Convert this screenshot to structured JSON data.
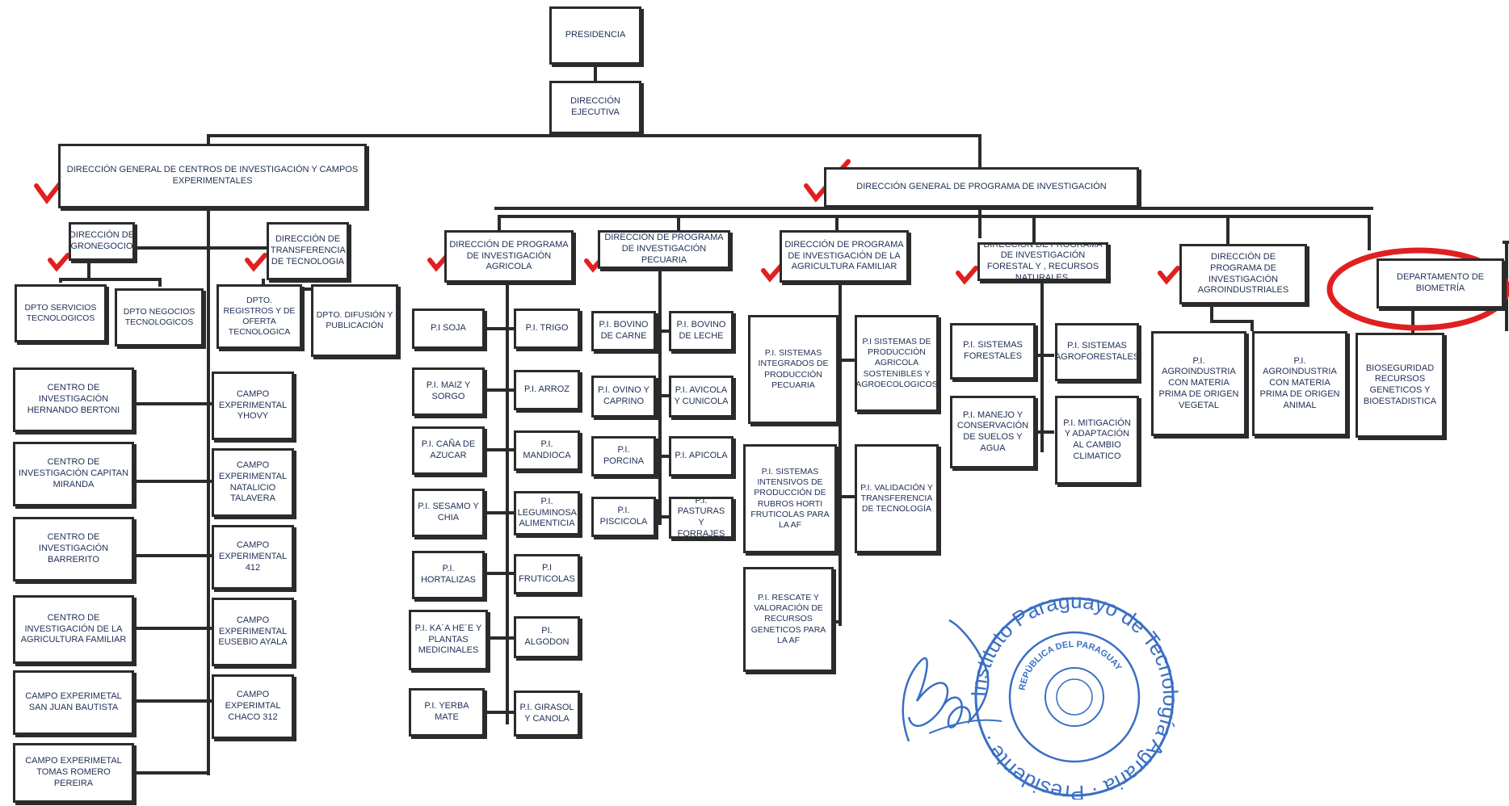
{
  "org_chart": {
    "presidencia": "PRESIDENCIA",
    "direccion_ejecutiva": "DIRECCIÓN EJECUTIVA",
    "dg_centros": "DIRECCIÓN GENERAL DE CENTROS DE INVESTIGACIÓN Y CAMPOS EXPERIMENTALES",
    "dg_programa": "DIRECCIÓN GENERAL DE PROGRAMA DE INVESTIGACIÓN",
    "dir_agronegocios": "DIRECCIÓN DE AGRONEGOCIOS",
    "dir_transferencia": "DIRECCIÓN DE TRANSFERENCIA DE TECNOLOGIA",
    "dpto_servicios": "DPTO SERVICIOS TECNOLOGICOS",
    "dpto_negocios": "DPTO NEGOCIOS TECNOLOGICOS",
    "dpto_registros": "DPTO. REGISTROS Y DE OFERTA TECNOLOGICA",
    "dpto_difusion": "DPTO. DIFUSIÓN Y PUBLICACIÓN",
    "centros": [
      "CENTRO DE INVESTIGACIÓN HERNANDO BERTONI",
      "CENTRO DE INVESTIGACIÓN CAPITAN MIRANDA",
      "CENTRO DE INVESTIGACIÓN BARRERITO",
      "CENTRO DE INVESTIGACIÓN DE LA AGRICULTURA FAMILIAR",
      "CAMPO EXPERIMETAL SAN JUAN BAUTISTA",
      "CAMPO EXPERIMETAL TOMAS ROMERO PEREIRA"
    ],
    "campos": [
      "CAMPO EXPERIMENTAL YHOVY",
      "CAMPO EXPERIMENTAL NATALICIO TALAVERA",
      "CAMPO EXPERIMENTAL 412",
      "CAMPO EXPERIMENTAL EUSEBIO AYALA",
      "CAMPO EXPERIMTAL CHACO 312"
    ],
    "prog_agricola": "DIRECCIÓN DE PROGRAMA DE INVESTIGACIÓN AGRICOLA",
    "agricola_left": [
      "P.I SOJA",
      "P.I. MAIZ Y SORGO",
      "P.I. CAÑA DE AZUCAR",
      "P.I. SESAMO Y CHIA",
      "P.I. HORTALIZAS",
      "P.I. KA´A HE´E Y PLANTAS MEDICINALES",
      "P.I. YERBA MATE"
    ],
    "agricola_right": [
      "P.I. TRIGO",
      "P.I. ARROZ",
      "P.I. MANDIOCA",
      "P.I. LEGUMINOSA ALIMENTICIA",
      "P.I FRUTICOLAS",
      "PI. ALGODON",
      "P.I. GIRASOL Y CANOLA"
    ],
    "prog_pecuaria": "DIRECCIÓN DE PROGRAMA DE INVESTIGACIÓN PECUARIA",
    "pecuaria_left": [
      "P.I. BOVINO DE CARNE",
      "P.I. OVINO Y CAPRINO",
      "P.I. PORCINA",
      "P.I. PISCICOLA"
    ],
    "pecuaria_right": [
      "P.I. BOVINO DE LECHE",
      "P.I. AVICOLA Y CUNICOLA",
      "P.I. APICOLA",
      "P.I. PASTURAS Y FORRAJES"
    ],
    "prog_familiar": "DIRECCIÓN DE PROGRAMA DE INVESTIGACIÓN DE LA AGRICULTURA FAMILIAR",
    "familiar_left": [
      "P.I. SISTEMAS INTEGRADOS DE PRODUCCIÓN PECUARIA",
      "P.I. SISTEMAS INTENSIVOS DE PRODUCCIÓN DE RUBROS HORTI FRUTICOLAS PARA LA AF",
      "P.I. RESCATE Y VALORACIÓN DE RECURSOS GENETICOS PARA LA AF"
    ],
    "familiar_right": [
      "P.I SISTEMAS DE PRODUCCIÓN AGRICOLA SOSTENIBLES Y AGROECOLOGICOS",
      "P.I. VALIDACIÓN Y TRANSFERENCIA DE TECNOLOGÍA"
    ],
    "prog_forestal": "DIRECCIÓN DE PROGRAMA DE INVESTIGACIÓN FORESTAL Y , RECURSOS NATURALES,",
    "forestal_left": [
      "P.I. SISTEMAS FORESTALES",
      "P.I. MANEJO Y CONSERVACIÓN DE SUELOS Y AGUA"
    ],
    "forestal_right": [
      "P.I. SISTEMAS AGROFORESTALES",
      "P.I. MITIGACIÓN Y ADAPTACIÓN AL CAMBIO CLIMATICO"
    ],
    "prog_agroind": "DIRECCIÓN DE PROGRAMA DE INVESTIGACIÓN AGROINDUSTRIALES",
    "agroind_children": [
      "P.I. AGROINDUSTRIA CON MATERIA PRIMA DE ORIGEN VEGETAL",
      "P.I. AGROINDUSTRIA CON MATERIA PRIMA DE ORIGEN ANIMAL"
    ],
    "dpto_biometria": "DEPARTAMENTO DE BIOMETRÍA",
    "bioseguridad": "BIOSEGURIDAD RECURSOS GENETICOS Y BIOESTADISTICA"
  },
  "stamp": {
    "outer_text": "Instituto Paraguayo de Tecnología Agraria · Presidente ·",
    "inner_text": "REPÚBLICA DEL PARAGUAY"
  },
  "colors": {
    "line": "#2b2b2b",
    "text": "#1f2e55",
    "check": "#e02020",
    "stamp": "#3a6fc4"
  }
}
